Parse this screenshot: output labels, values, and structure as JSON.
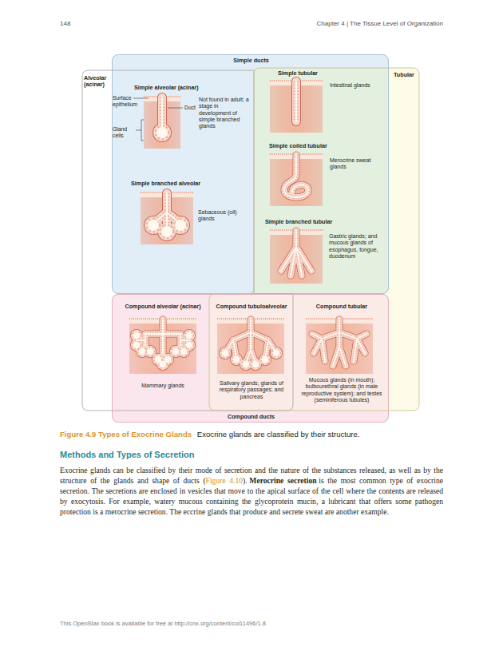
{
  "diagram": {
    "title": "Figure 4.9 Types of Exocrine Glands",
    "caption": "Exocrine glands are classified by their structure.",
    "nodes": [
      {
        "text": [
          "Simple ducts"
        ]
      },
      {
        "text": [
          "Alveolar (acinar)"
        ]
      },
      {
        "text": [
          "Tubular"
        ]
      },
      {
        "text": [
          "Simple alveolar (acinar)",
          "Not found in adult; a stage in development of simple branched glands"
        ],
        "in": 0
      },
      {
        "text": [
          "Simple tubular",
          "Intestinal glands"
        ],
        "in": 0
      },
      {
        "text": [
          "Simple coiled tubular",
          "Merocrine sweat glands"
        ],
        "in": 0
      },
      {
        "text": [
          "Simple branched alveolar",
          "Sebaceous (oil) glands"
        ],
        "in": 0
      },
      {
        "text": [
          "Simple branched tubular",
          "Gastric glands; and mucous glands of esophagus, tongue, duodenum"
        ],
        "in": 0
      },
      {
        "text": [
          "Compound ducts"
        ]
      },
      {
        "text": [
          "Compound alveolar (acinar)",
          "Mammary glands"
        ],
        "in": 8
      },
      {
        "text": [
          "Compound tubuloalveolar",
          "Salivary glands; glands of respiratory passages; and pancreas"
        ],
        "in": 8
      },
      {
        "text": [
          "Compound tubular",
          "Mucous glands (in mouth); bulbourethral glands (in male reproductive system); and testes (seminiferous tubules)"
        ],
        "in": 8
      }
    ],
    "labels": [
      "148",
      "Chapter 4 | The Tissue Level of Organization",
      "Surface epithelium",
      "Duct",
      "Gland cells",
      "Methods and Types of Secretion",
      "Exocrine glands can be classified by their mode of secretion and the nature of the substances released, as well as by the structure of the glands and shape of ducts (",
      "Figure 4.10",
      ").",
      "Merocrine secretion",
      "is the most common type of exocrine secretion. The secretions are enclosed in vesicles that move to the apical surface of the cell where the contents are released by exocytosis. For example, watery mucous containing the glycoprotein mucin, a lubricant that offers some pathogen protection is a merocrine secretion. The eccrine glands that produce and secrete sweat are another example.",
      "This OpenStax book is available for free at http://cnx.org/content/col11496/1.8"
    ]
  }
}
